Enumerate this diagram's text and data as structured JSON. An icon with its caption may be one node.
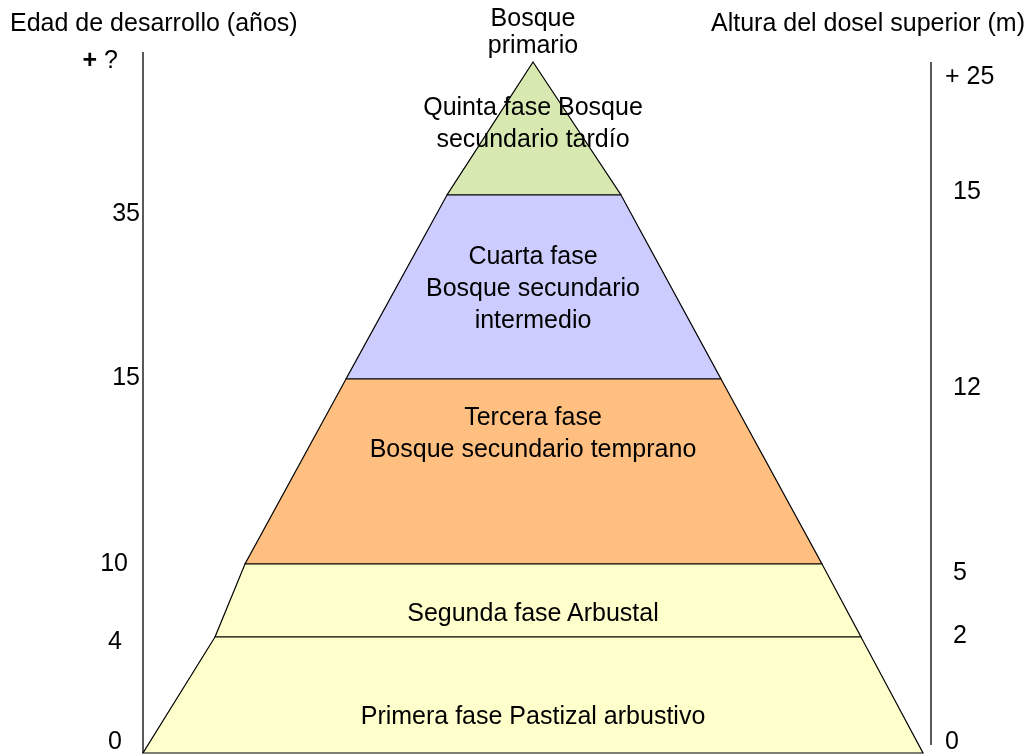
{
  "diagram": {
    "nodes": [
      {
        "text": [
          "Quinta fase Bosque secundario tardío"
        ]
      },
      {
        "text": [
          "Cuarta fase",
          "Bosque secundario intermedio"
        ]
      },
      {
        "text": [
          "Tercera fase",
          "Bosque secundario temprano"
        ]
      },
      {
        "text": [
          "Segunda fase Arbustal"
        ]
      },
      {
        "text": [
          "Primera fase Pastizal arbustivo"
        ]
      }
    ],
    "labels": [
      "Edad de desarrollo (años)",
      "Bosque primario",
      "Altura del dosel superior (m)",
      "**+** ?",
      "+ 25",
      "15",
      "35",
      "15",
      "12",
      "10",
      "5",
      "4",
      "2",
      "0",
      "0"
    ]
  }
}
